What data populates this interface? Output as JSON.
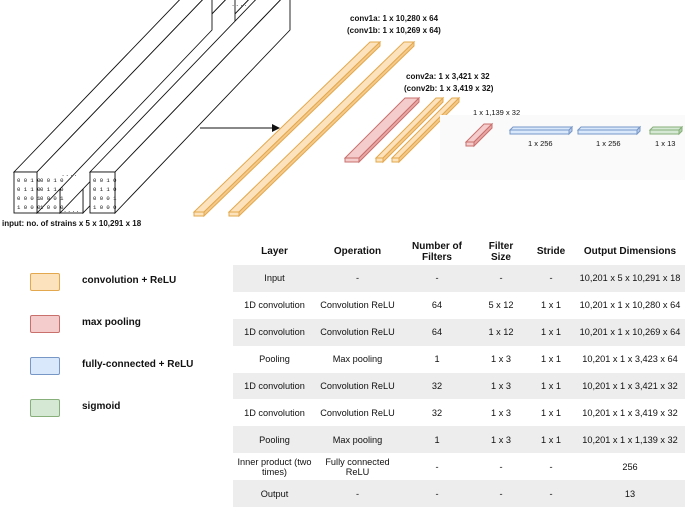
{
  "diagram": {
    "input_label": "input: no. of strains x 5 x 10,291 x 18",
    "conv1_labels": [
      "conv1a: 1 x 10,280 x 64",
      "(conv1b: 1 x 10,269 x 64)"
    ],
    "conv2_labels": [
      "conv2a: 1 x 3,421 x 32",
      "(conv2b: 1 x 3,419 x 32)"
    ],
    "pool2_label": "1 x 1,139 x 32",
    "fc1_label": "1 x 256",
    "fc2_label": "1 x 256",
    "sig_label": "1 x 13",
    "matrix_rows": [
      "0 0 1 0",
      "0 1 1 0",
      "0 0 0 1",
      "1 0 0 0"
    ],
    "dots": ". . . ."
  },
  "legend": [
    {
      "label": "convolution + ReLU",
      "fill": "#fce3bd",
      "stroke": "#e3a84d",
      "icon": "orange-swatch-icon"
    },
    {
      "label": "max pooling",
      "fill": "#f4cccc",
      "stroke": "#c9706d",
      "icon": "red-swatch-icon"
    },
    {
      "label": "fully-connected + ReLU",
      "fill": "#dae8fc",
      "stroke": "#7797c6",
      "icon": "blue-swatch-icon"
    },
    {
      "label": "sigmoid",
      "fill": "#d5e8d4",
      "stroke": "#86af7a",
      "icon": "green-swatch-icon"
    }
  ],
  "table": {
    "headers": [
      "Layer",
      "Operation",
      "Number of\nFilters",
      "Filter\nSize",
      "Stride",
      "Output Dimensions"
    ],
    "rows": [
      [
        "Input",
        "-",
        "-",
        "-",
        "-",
        "10,201 x 5 x 10,291 x 18"
      ],
      [
        "1D convolution",
        "Convolution ReLU",
        "64",
        "5 x 12",
        "1 x 1",
        "10,201 x 1 x 10,280 x 64"
      ],
      [
        "1D convolution",
        "Convolution ReLU",
        "64",
        "1 x 12",
        "1 x 1",
        "10,201 x 1 x 10,269 x 64"
      ],
      [
        "Pooling",
        "Max pooling",
        "1",
        "1 x 3",
        "1 x 1",
        "10,201 x 1 x 3,423 x 64"
      ],
      [
        "1D convolution",
        "Convolution ReLU",
        "32",
        "1 x 3",
        "1 x 1",
        "10,201 x 1 x 3,421 x 32"
      ],
      [
        "1D convolution",
        "Convolution ReLU",
        "32",
        "1 x 3",
        "1 x 1",
        "10,201 x 1 x 3,419 x 32"
      ],
      [
        "Pooling",
        "Max pooling",
        "1",
        "1 x 3",
        "1 x 1",
        "10,201 x 1 x 1,139 x 32"
      ],
      [
        "Inner product (two times)",
        "Fully connected ReLU",
        "-",
        "-",
        "-",
        "256"
      ],
      [
        "Output",
        "-",
        "-",
        "-",
        "-",
        "13"
      ]
    ]
  },
  "colors": {
    "orange_fill": "#fce3bd",
    "orange_stroke": "#e3a84d",
    "red_fill": "#f4cccc",
    "red_stroke": "#c9706d",
    "blue_fill": "#dae8fc",
    "blue_stroke": "#7797c6",
    "green_fill": "#d5e8d4",
    "green_stroke": "#86af7a",
    "row_shade": "#ededed"
  }
}
